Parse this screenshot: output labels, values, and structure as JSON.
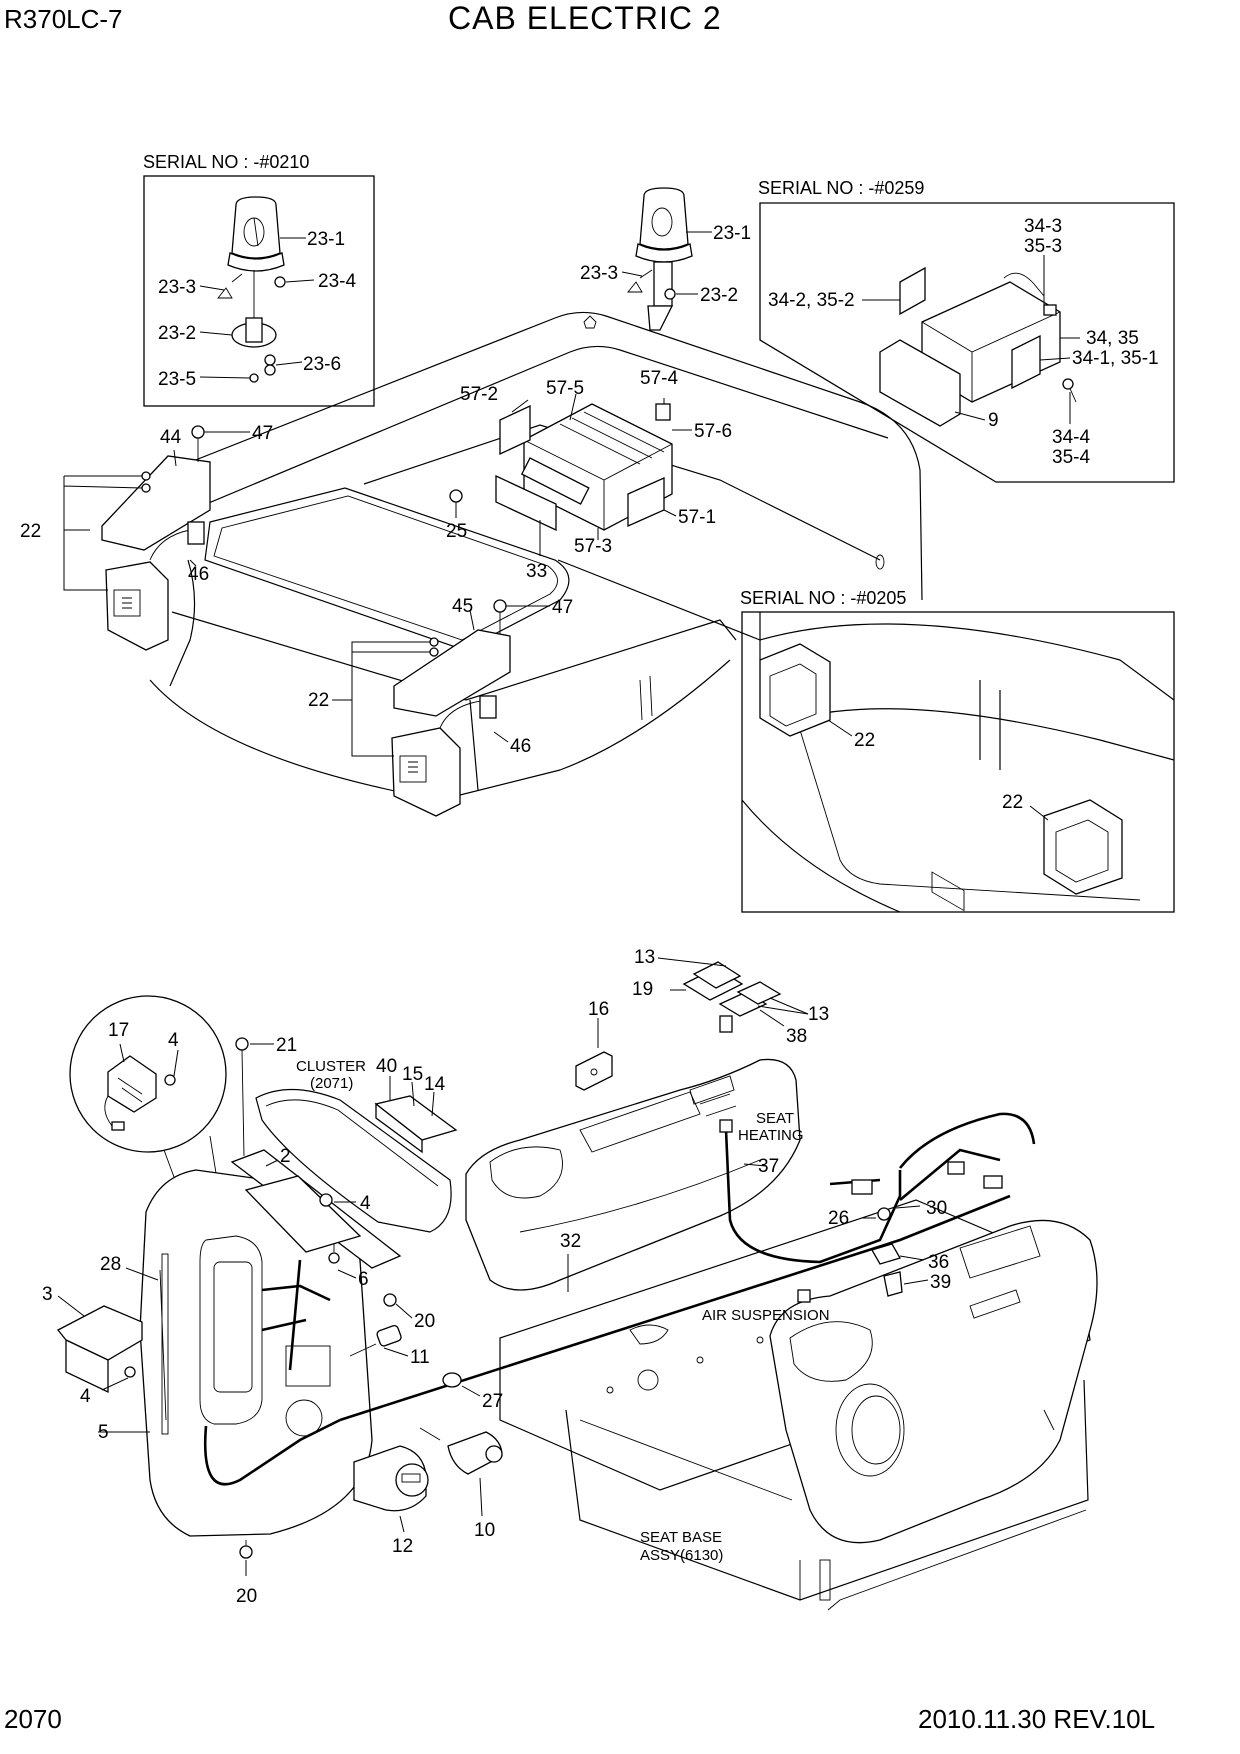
{
  "header": {
    "model": "R370LC-7",
    "title": "CAB ELECTRIC 2"
  },
  "footer": {
    "page_number": "2070",
    "revision": "2010.11.30  REV.10L"
  },
  "insets": {
    "top_left": "SERIAL NO : -#0210",
    "top_right": "SERIAL NO : -#0259",
    "mid_right": "SERIAL NO : -#0205"
  },
  "notes": {
    "cluster_1": "CLUSTER",
    "cluster_2": "(2071)",
    "seat_heating_1": "SEAT",
    "seat_heating_2": "HEATING",
    "air_suspension": "AIR SUSPENSION",
    "seat_base_1": "SEAT BASE",
    "seat_base_2": "ASSY(6130)"
  },
  "callouts": {
    "tl_23_1": "23-1",
    "tl_23_3": "23-3",
    "tl_23_4": "23-4",
    "tl_23_2": "23-2",
    "tl_23_6": "23-6",
    "tl_23_5": "23-5",
    "m_23_1": "23-1",
    "m_23_3": "23-3",
    "m_23_2": "23-2",
    "tr_34_3": "34-3",
    "tr_35_3": "35-3",
    "tr_34_2": "34-2, 35-2",
    "tr_34_35": "34, 35",
    "tr_34_1": "34-1, 35-1",
    "tr_9": "9",
    "tr_34_4": "34-4",
    "tr_35_4": "35-4",
    "c_44": "44",
    "c_47a": "47",
    "c_22a": "22",
    "c_46a": "46",
    "c_57_2": "57-2",
    "c_57_5": "57-5",
    "c_57_4": "57-4",
    "c_57_6": "57-6",
    "c_57_1": "57-1",
    "c_57_3": "57-3",
    "c_25": "25",
    "c_33": "33",
    "c_45": "45",
    "c_47b": "47",
    "c_22b": "22",
    "c_46b": "46",
    "r_22a": "22",
    "r_22b": "22",
    "b_13a": "13",
    "b_19": "19",
    "b_13b": "13",
    "b_38": "38",
    "b_16": "16",
    "b_17": "17",
    "b_4a": "4",
    "b_21": "21",
    "b_40": "40",
    "b_15": "15",
    "b_14": "14",
    "b_2": "2",
    "b_4b": "4",
    "b_6": "6",
    "b_28": "28",
    "b_3": "3",
    "b_20a": "20",
    "b_11": "11",
    "b_4c": "4",
    "b_5": "5",
    "b_27": "27",
    "b_12": "12",
    "b_10": "10",
    "b_20b": "20",
    "b_37": "37",
    "b_32": "32",
    "b_26": "26",
    "b_30": "30",
    "b_36": "36",
    "b_39": "39"
  }
}
